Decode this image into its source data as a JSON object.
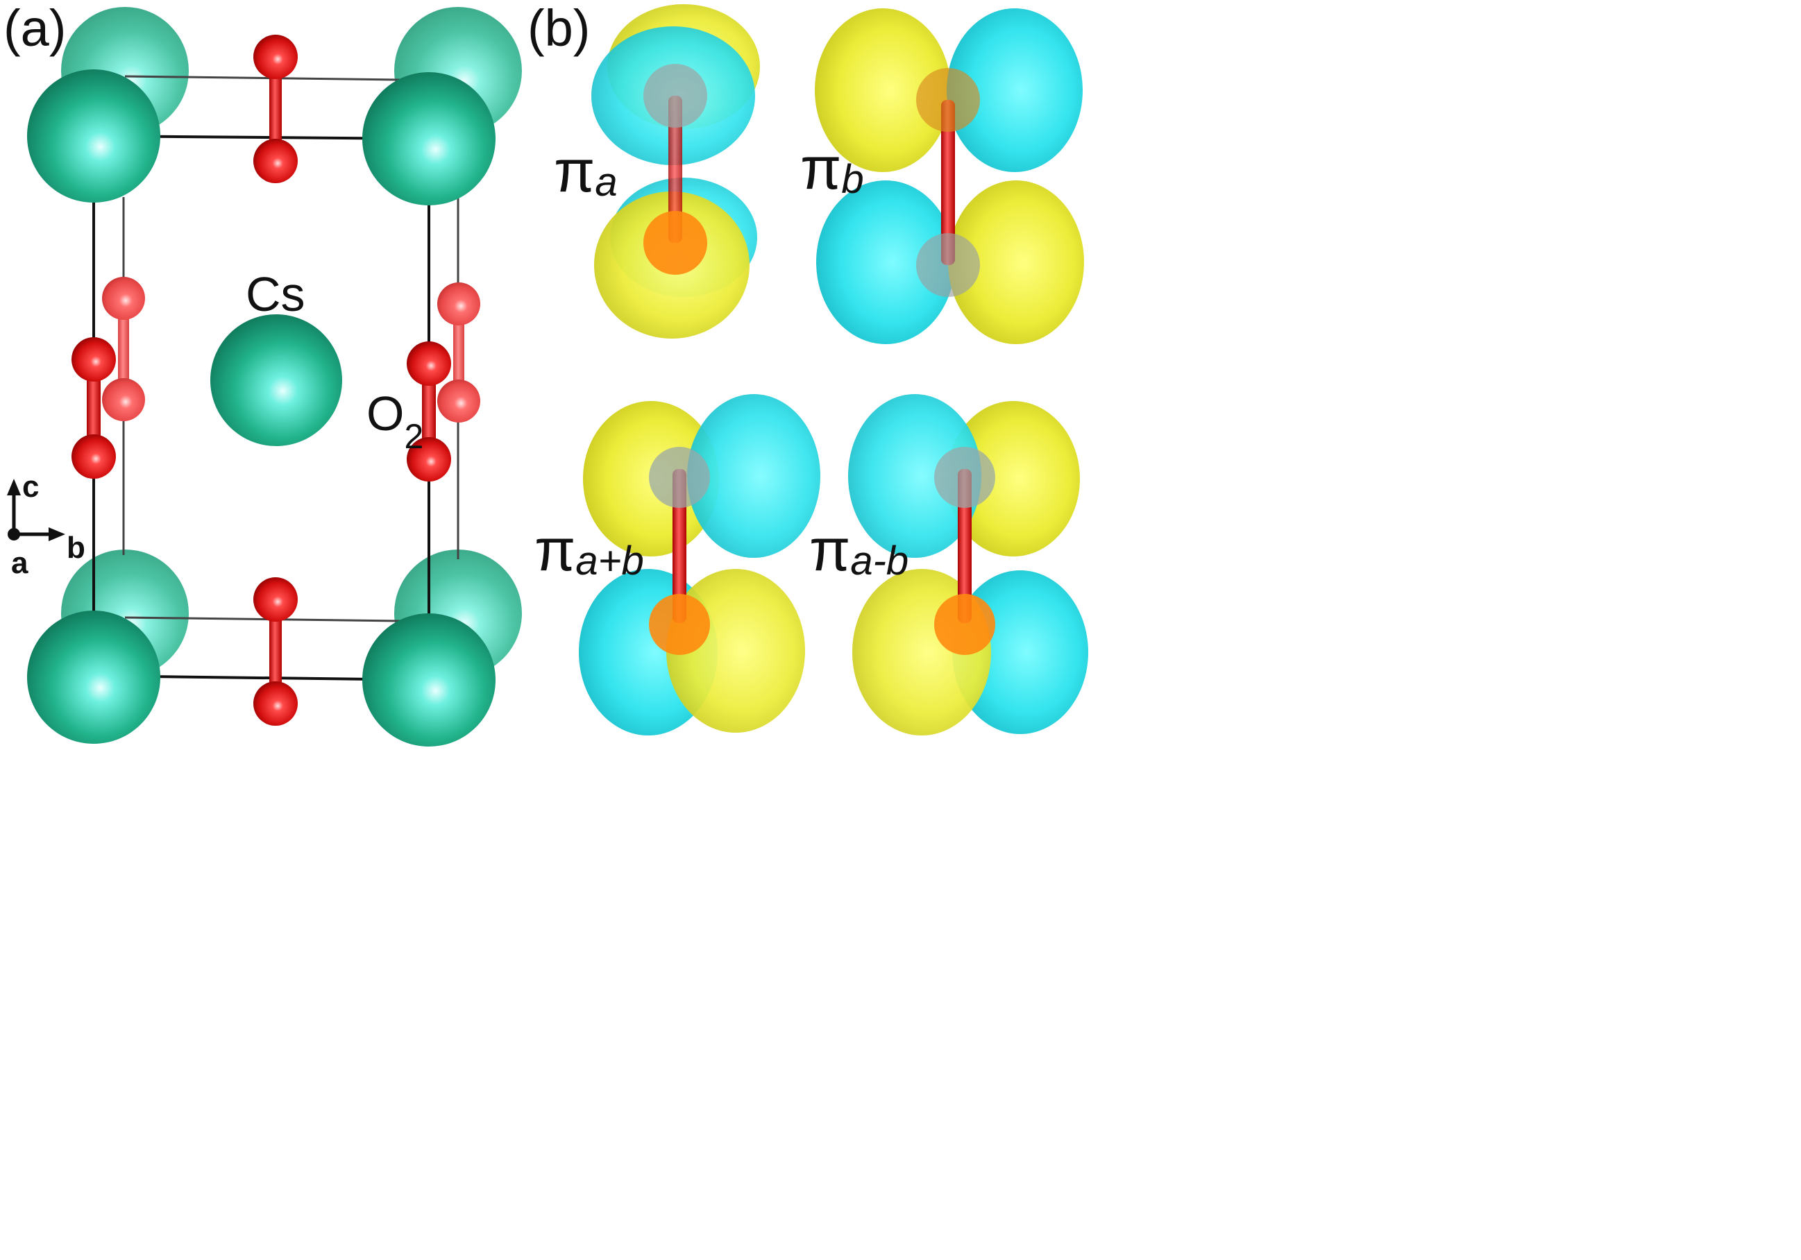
{
  "panels": {
    "a_label": "(a)",
    "b_label": "(b)"
  },
  "atoms": {
    "cs_label": "Cs",
    "o2_main": "O",
    "o2_sub": "2"
  },
  "axes": {
    "c": "c",
    "b": "b",
    "a": "a"
  },
  "orbitals": [
    {
      "main": "π",
      "sub": "a"
    },
    {
      "main": "π",
      "sub": "b"
    },
    {
      "main": "π",
      "sub": "a+b"
    },
    {
      "main": "π",
      "sub": "a-b"
    }
  ],
  "colors": {
    "cesium": "#1aa37c",
    "oxygen": "#e01818",
    "lobe_cyan": "#2ee6ee",
    "lobe_yellow": "#e8e832",
    "cell_line": "#111111"
  }
}
